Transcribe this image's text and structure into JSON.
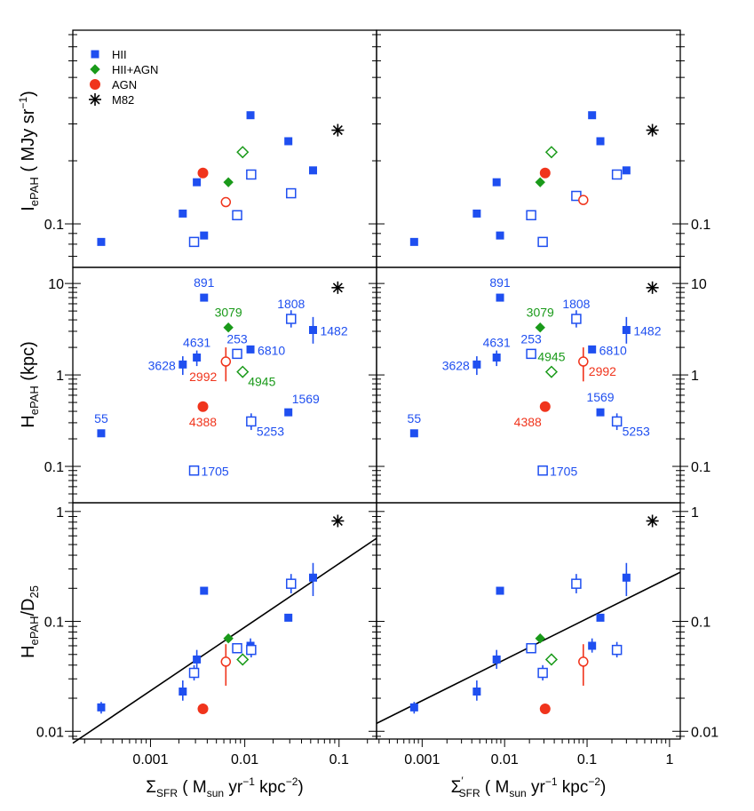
{
  "colors": {
    "hii": "#1f4ff0",
    "mix": "#1a9a1a",
    "agn": "#f0341c",
    "m82": "#000000",
    "fit": "#000000"
  },
  "legend": [
    {
      "label": "HII",
      "marker": "filled-square",
      "color": "#1f4ff0"
    },
    {
      "label": "HII+AGN",
      "marker": "filled-diamond",
      "color": "#1a9a1a"
    },
    {
      "label": "AGN",
      "marker": "filled-circle",
      "color": "#f0341c"
    },
    {
      "label": "M82",
      "marker": "asterisk",
      "color": "#000000"
    }
  ],
  "axes": {
    "x_left": {
      "label_main": "Σ",
      "label_sub": "SFR",
      "label_rest": " ( M",
      "label_sub2": "sun",
      "label_rest2": " yr",
      "label_sup": "−1",
      "label_rest3": " kpc",
      "label_sup2": "−2",
      "label_end": ")",
      "ticks": [
        "0.001",
        "0.01",
        "0.1"
      ],
      "range": [
        0.00015,
        0.25
      ],
      "scale": "log"
    },
    "x_right": {
      "label_main": "Σ",
      "label_prime": "′",
      "label_sub": "SFR",
      "label_rest": " ( M",
      "label_sub2": "sun",
      "label_rest2": " yr",
      "label_sup": "−1",
      "label_rest3": " kpc",
      "label_sup2": "−2",
      "label_end": ")",
      "ticks": [
        "0.001",
        "0.01",
        "0.1",
        "1"
      ],
      "range": [
        0.00028,
        1.35
      ],
      "scale": "log"
    },
    "y_top": {
      "label_main": "I",
      "label_sub": "ePAH",
      "label_rest": " ( MJy sr",
      "label_sup": "−1",
      "label_end": ")",
      "ticks": [
        "0.1"
      ],
      "range": [
        0.062,
        0.84
      ],
      "scale": "log"
    },
    "y_mid": {
      "label_main": "H",
      "label_sub": "ePAH",
      "label_rest": " (kpc)",
      "ticks": [
        "0.1",
        "1",
        "10"
      ],
      "range": [
        0.04,
        15
      ],
      "scale": "log"
    },
    "y_bot": {
      "label_main": "H",
      "label_sub": "ePAH",
      "label_rest": "/D",
      "label_sub2": "25",
      "ticks": [
        "0.01",
        "0.1",
        "1"
      ],
      "range": [
        0.0085,
        1.2
      ],
      "scale": "log"
    }
  },
  "chart_data": [
    {
      "type": "scatter",
      "panel": "top-left",
      "xlabel": "ΣSFR ( Msun yr−1 kpc−2)",
      "ylabel": "IePAH ( MJy sr−1)",
      "series": [
        {
          "name": "HII",
          "marker": "filled-square",
          "points": [
            [
              0.0003,
              0.082
            ],
            [
              0.0022,
              0.112
            ],
            [
              0.0031,
              0.158
            ],
            [
              0.0037,
              0.088
            ],
            [
              0.0115,
              0.33
            ],
            [
              0.029,
              0.248
            ],
            [
              0.053,
              0.18
            ]
          ]
        },
        {
          "name": "HII",
          "marker": "open-square",
          "points": [
            [
              0.0029,
              0.082
            ],
            [
              0.0083,
              0.11
            ],
            [
              0.0117,
              0.172
            ],
            [
              0.031,
              0.14
            ]
          ]
        },
        {
          "name": "HII+AGN",
          "marker": "filled-diamond",
          "points": [
            [
              0.0067,
              0.158
            ]
          ]
        },
        {
          "name": "HII+AGN",
          "marker": "open-diamond",
          "points": [
            [
              0.0095,
              0.22
            ]
          ]
        },
        {
          "name": "AGN",
          "marker": "filled-circle",
          "points": [
            [
              0.0036,
              0.175
            ]
          ]
        },
        {
          "name": "AGN",
          "marker": "open-circle",
          "points": [
            [
              0.0063,
              0.127
            ]
          ]
        },
        {
          "name": "M82",
          "marker": "asterisk",
          "points": [
            [
              0.097,
              0.28
            ]
          ]
        }
      ]
    },
    {
      "type": "scatter",
      "panel": "top-right",
      "xlabel": "Σ′SFR ( Msun yr−1 kpc−2)",
      "ylabel": "IePAH ( MJy sr−1)",
      "series": [
        {
          "name": "HII",
          "marker": "filled-square",
          "points": [
            [
              0.0008,
              0.082
            ],
            [
              0.0046,
              0.112
            ],
            [
              0.008,
              0.158
            ],
            [
              0.0088,
              0.088
            ],
            [
              0.115,
              0.33
            ],
            [
              0.145,
              0.248
            ],
            [
              0.3,
              0.18
            ]
          ]
        },
        {
          "name": "HII",
          "marker": "open-square",
          "points": [
            [
              0.029,
              0.082
            ],
            [
              0.021,
              0.11
            ],
            [
              0.074,
              0.136
            ],
            [
              0.23,
              0.172
            ]
          ]
        },
        {
          "name": "HII+AGN",
          "marker": "filled-diamond",
          "points": [
            [
              0.027,
              0.158
            ]
          ]
        },
        {
          "name": "HII+AGN",
          "marker": "open-diamond",
          "points": [
            [
              0.037,
              0.22
            ]
          ]
        },
        {
          "name": "AGN",
          "marker": "filled-circle",
          "points": [
            [
              0.031,
              0.175
            ]
          ]
        },
        {
          "name": "AGN",
          "marker": "open-circle",
          "points": [
            [
              0.09,
              0.13
            ]
          ]
        },
        {
          "name": "M82",
          "marker": "asterisk",
          "points": [
            [
              0.62,
              0.28
            ]
          ]
        }
      ]
    },
    {
      "type": "scatter",
      "panel": "middle-left",
      "xlabel": "ΣSFR ( Msun yr−1 kpc−2)",
      "ylabel": "HePAH (kpc)",
      "series": [
        {
          "name": "HII",
          "marker": "filled-square",
          "points": [
            [
              0.0003,
              0.23,
              "55",
              "above",
              0,
              0
            ],
            [
              0.0022,
              1.3,
              "3628",
              "left",
              0.3,
              0.3
            ],
            [
              0.0031,
              1.55,
              "4631",
              "above",
              0.3,
              0.3
            ],
            [
              0.0037,
              7.0,
              "891",
              "above",
              0,
              0
            ],
            [
              0.0115,
              1.9,
              "6810",
              "right",
              0,
              0
            ],
            [
              0.029,
              0.39,
              "1569",
              "above-right",
              0,
              0
            ],
            [
              0.053,
              3.1,
              "1482",
              "right",
              0.9,
              1.2
            ]
          ]
        },
        {
          "name": "HII",
          "marker": "open-square",
          "points": [
            [
              0.0029,
              0.09,
              "1705",
              "right",
              0,
              0
            ],
            [
              0.0083,
              1.7,
              "253",
              "above",
              0,
              0
            ],
            [
              0.0117,
              0.31,
              "5253",
              "below-right",
              0.06,
              0.07
            ],
            [
              0.031,
              4.1,
              "1808",
              "above",
              0.8,
              1.0
            ]
          ]
        },
        {
          "name": "HII+AGN",
          "marker": "filled-diamond",
          "points": [
            [
              0.0067,
              3.3,
              "3079",
              "above",
              0,
              0
            ]
          ]
        },
        {
          "name": "HII+AGN",
          "marker": "open-diamond",
          "points": [
            [
              0.0095,
              1.08,
              "4945",
              "below-right",
              0,
              0
            ]
          ]
        },
        {
          "name": "AGN",
          "marker": "filled-circle",
          "points": [
            [
              0.0036,
              0.45,
              "4388",
              "below",
              0,
              0
            ]
          ]
        },
        {
          "name": "AGN",
          "marker": "open-circle",
          "points": [
            [
              0.0063,
              1.4,
              "2992",
              "left-below",
              0.55,
              0.6
            ]
          ]
        },
        {
          "name": "M82",
          "marker": "asterisk",
          "points": [
            [
              0.097,
              9.0,
              "",
              "",
              0,
              0
            ]
          ]
        }
      ]
    },
    {
      "type": "scatter",
      "panel": "middle-right",
      "xlabel": "Σ′SFR ( Msun yr−1 kpc−2)",
      "ylabel": "HePAH (kpc)",
      "series": [
        {
          "name": "HII",
          "marker": "filled-square",
          "points": [
            [
              0.0008,
              0.23,
              "55",
              "above",
              0,
              0
            ],
            [
              0.0046,
              1.3,
              "3628",
              "left",
              0.3,
              0.3
            ],
            [
              0.008,
              1.55,
              "4631",
              "above",
              0.3,
              0.3
            ],
            [
              0.0088,
              7.0,
              "891",
              "above",
              0,
              0
            ],
            [
              0.115,
              1.9,
              "6810",
              "right",
              0,
              0
            ],
            [
              0.145,
              0.39,
              "1569",
              "above",
              0,
              0
            ],
            [
              0.3,
              3.1,
              "1482",
              "right",
              0.9,
              1.2
            ]
          ]
        },
        {
          "name": "HII",
          "marker": "open-square",
          "points": [
            [
              0.029,
              0.09,
              "1705",
              "right",
              0,
              0
            ],
            [
              0.021,
              1.7,
              "253",
              "above",
              0,
              0
            ],
            [
              0.23,
              0.31,
              "5253",
              "below-right",
              0.06,
              0.07
            ],
            [
              0.074,
              4.1,
              "1808",
              "above",
              0.8,
              1.0
            ]
          ]
        },
        {
          "name": "HII+AGN",
          "marker": "filled-diamond",
          "points": [
            [
              0.027,
              3.3,
              "3079",
              "above",
              0,
              0
            ]
          ]
        },
        {
          "name": "HII+AGN",
          "marker": "open-diamond",
          "points": [
            [
              0.037,
              1.08,
              "4945",
              "above",
              0,
              0
            ]
          ]
        },
        {
          "name": "AGN",
          "marker": "filled-circle",
          "points": [
            [
              0.031,
              0.45,
              "4388",
              "below-left",
              0,
              0
            ]
          ]
        },
        {
          "name": "AGN",
          "marker": "open-circle",
          "points": [
            [
              0.09,
              1.4,
              "2992",
              "below-right",
              0.55,
              0.6
            ]
          ]
        },
        {
          "name": "M82",
          "marker": "asterisk",
          "points": [
            [
              0.62,
              9.0,
              "",
              "",
              0,
              0
            ]
          ]
        }
      ]
    },
    {
      "type": "scatter",
      "panel": "bottom-left",
      "xlabel": "ΣSFR ( Msun yr−1 kpc−2)",
      "ylabel": "HePAH/D25",
      "fit_line": [
        [
          0.00015,
          0.0078
        ],
        [
          0.25,
          0.57
        ]
      ],
      "series": [
        {
          "name": "HII",
          "marker": "filled-square",
          "points": [
            [
              0.0003,
              0.0165,
              "",
              "",
              0.002,
              0.002
            ],
            [
              0.0022,
              0.023,
              "",
              "",
              0.004,
              0.006
            ],
            [
              0.0031,
              0.045,
              "",
              "",
              0.008,
              0.01
            ],
            [
              0.0037,
              0.19,
              "",
              "",
              0,
              0
            ],
            [
              0.0115,
              0.06,
              "",
              "",
              0.008,
              0.01
            ],
            [
              0.029,
              0.108,
              "",
              "",
              0,
              0
            ],
            [
              0.053,
              0.25,
              "",
              "",
              0.08,
              0.09
            ]
          ]
        },
        {
          "name": "HII",
          "marker": "open-square",
          "points": [
            [
              0.0029,
              0.034,
              "",
              "",
              0.005,
              0.006
            ],
            [
              0.0083,
              0.057,
              "",
              "",
              0,
              0
            ],
            [
              0.0117,
              0.055,
              "",
              "",
              0.008,
              0.01
            ],
            [
              0.031,
              0.22,
              "",
              "",
              0.04,
              0.05
            ]
          ]
        },
        {
          "name": "HII+AGN",
          "marker": "filled-diamond",
          "points": [
            [
              0.0067,
              0.07,
              "",
              "",
              0,
              0
            ]
          ]
        },
        {
          "name": "HII+AGN",
          "marker": "open-diamond",
          "points": [
            [
              0.0095,
              0.045,
              "",
              "",
              0,
              0
            ]
          ]
        },
        {
          "name": "AGN",
          "marker": "filled-circle",
          "points": [
            [
              0.0036,
              0.016,
              "",
              "",
              0,
              0
            ]
          ]
        },
        {
          "name": "AGN",
          "marker": "open-circle",
          "points": [
            [
              0.0063,
              0.043,
              "",
              "",
              0.017,
              0.019
            ]
          ]
        },
        {
          "name": "M82",
          "marker": "asterisk",
          "points": [
            [
              0.097,
              0.82,
              "",
              "",
              0,
              0
            ]
          ]
        }
      ]
    },
    {
      "type": "scatter",
      "panel": "bottom-right",
      "xlabel": "Σ′SFR ( Msun yr−1 kpc−2)",
      "ylabel": "HePAH/D25",
      "fit_line": [
        [
          0.00028,
          0.0118
        ],
        [
          1.35,
          0.28
        ]
      ],
      "series": [
        {
          "name": "HII",
          "marker": "filled-square",
          "points": [
            [
              0.0008,
              0.0165,
              "",
              "",
              0.002,
              0.002
            ],
            [
              0.0046,
              0.023,
              "",
              "",
              0.004,
              0.006
            ],
            [
              0.008,
              0.045,
              "",
              "",
              0.008,
              0.01
            ],
            [
              0.0088,
              0.19,
              "",
              "",
              0,
              0
            ],
            [
              0.115,
              0.06,
              "",
              "",
              0.008,
              0.01
            ],
            [
              0.145,
              0.108,
              "",
              "",
              0,
              0
            ],
            [
              0.3,
              0.25,
              "",
              "",
              0.08,
              0.09
            ]
          ]
        },
        {
          "name": "HII",
          "marker": "open-square",
          "points": [
            [
              0.029,
              0.034,
              "",
              "",
              0.005,
              0.006
            ],
            [
              0.021,
              0.057,
              "",
              "",
              0,
              0
            ],
            [
              0.23,
              0.055,
              "",
              "",
              0.008,
              0.01
            ],
            [
              0.074,
              0.22,
              "",
              "",
              0.04,
              0.05
            ]
          ]
        },
        {
          "name": "HII+AGN",
          "marker": "filled-diamond",
          "points": [
            [
              0.027,
              0.07,
              "",
              "",
              0,
              0
            ]
          ]
        },
        {
          "name": "HII+AGN",
          "marker": "open-diamond",
          "points": [
            [
              0.037,
              0.045,
              "",
              "",
              0,
              0
            ]
          ]
        },
        {
          "name": "AGN",
          "marker": "filled-circle",
          "points": [
            [
              0.031,
              0.016,
              "",
              "",
              0,
              0
            ]
          ]
        },
        {
          "name": "AGN",
          "marker": "open-circle",
          "points": [
            [
              0.09,
              0.043,
              "",
              "",
              0.017,
              0.019
            ]
          ]
        },
        {
          "name": "M82",
          "marker": "asterisk",
          "points": [
            [
              0.62,
              0.82,
              "",
              "",
              0,
              0
            ]
          ]
        }
      ]
    }
  ]
}
